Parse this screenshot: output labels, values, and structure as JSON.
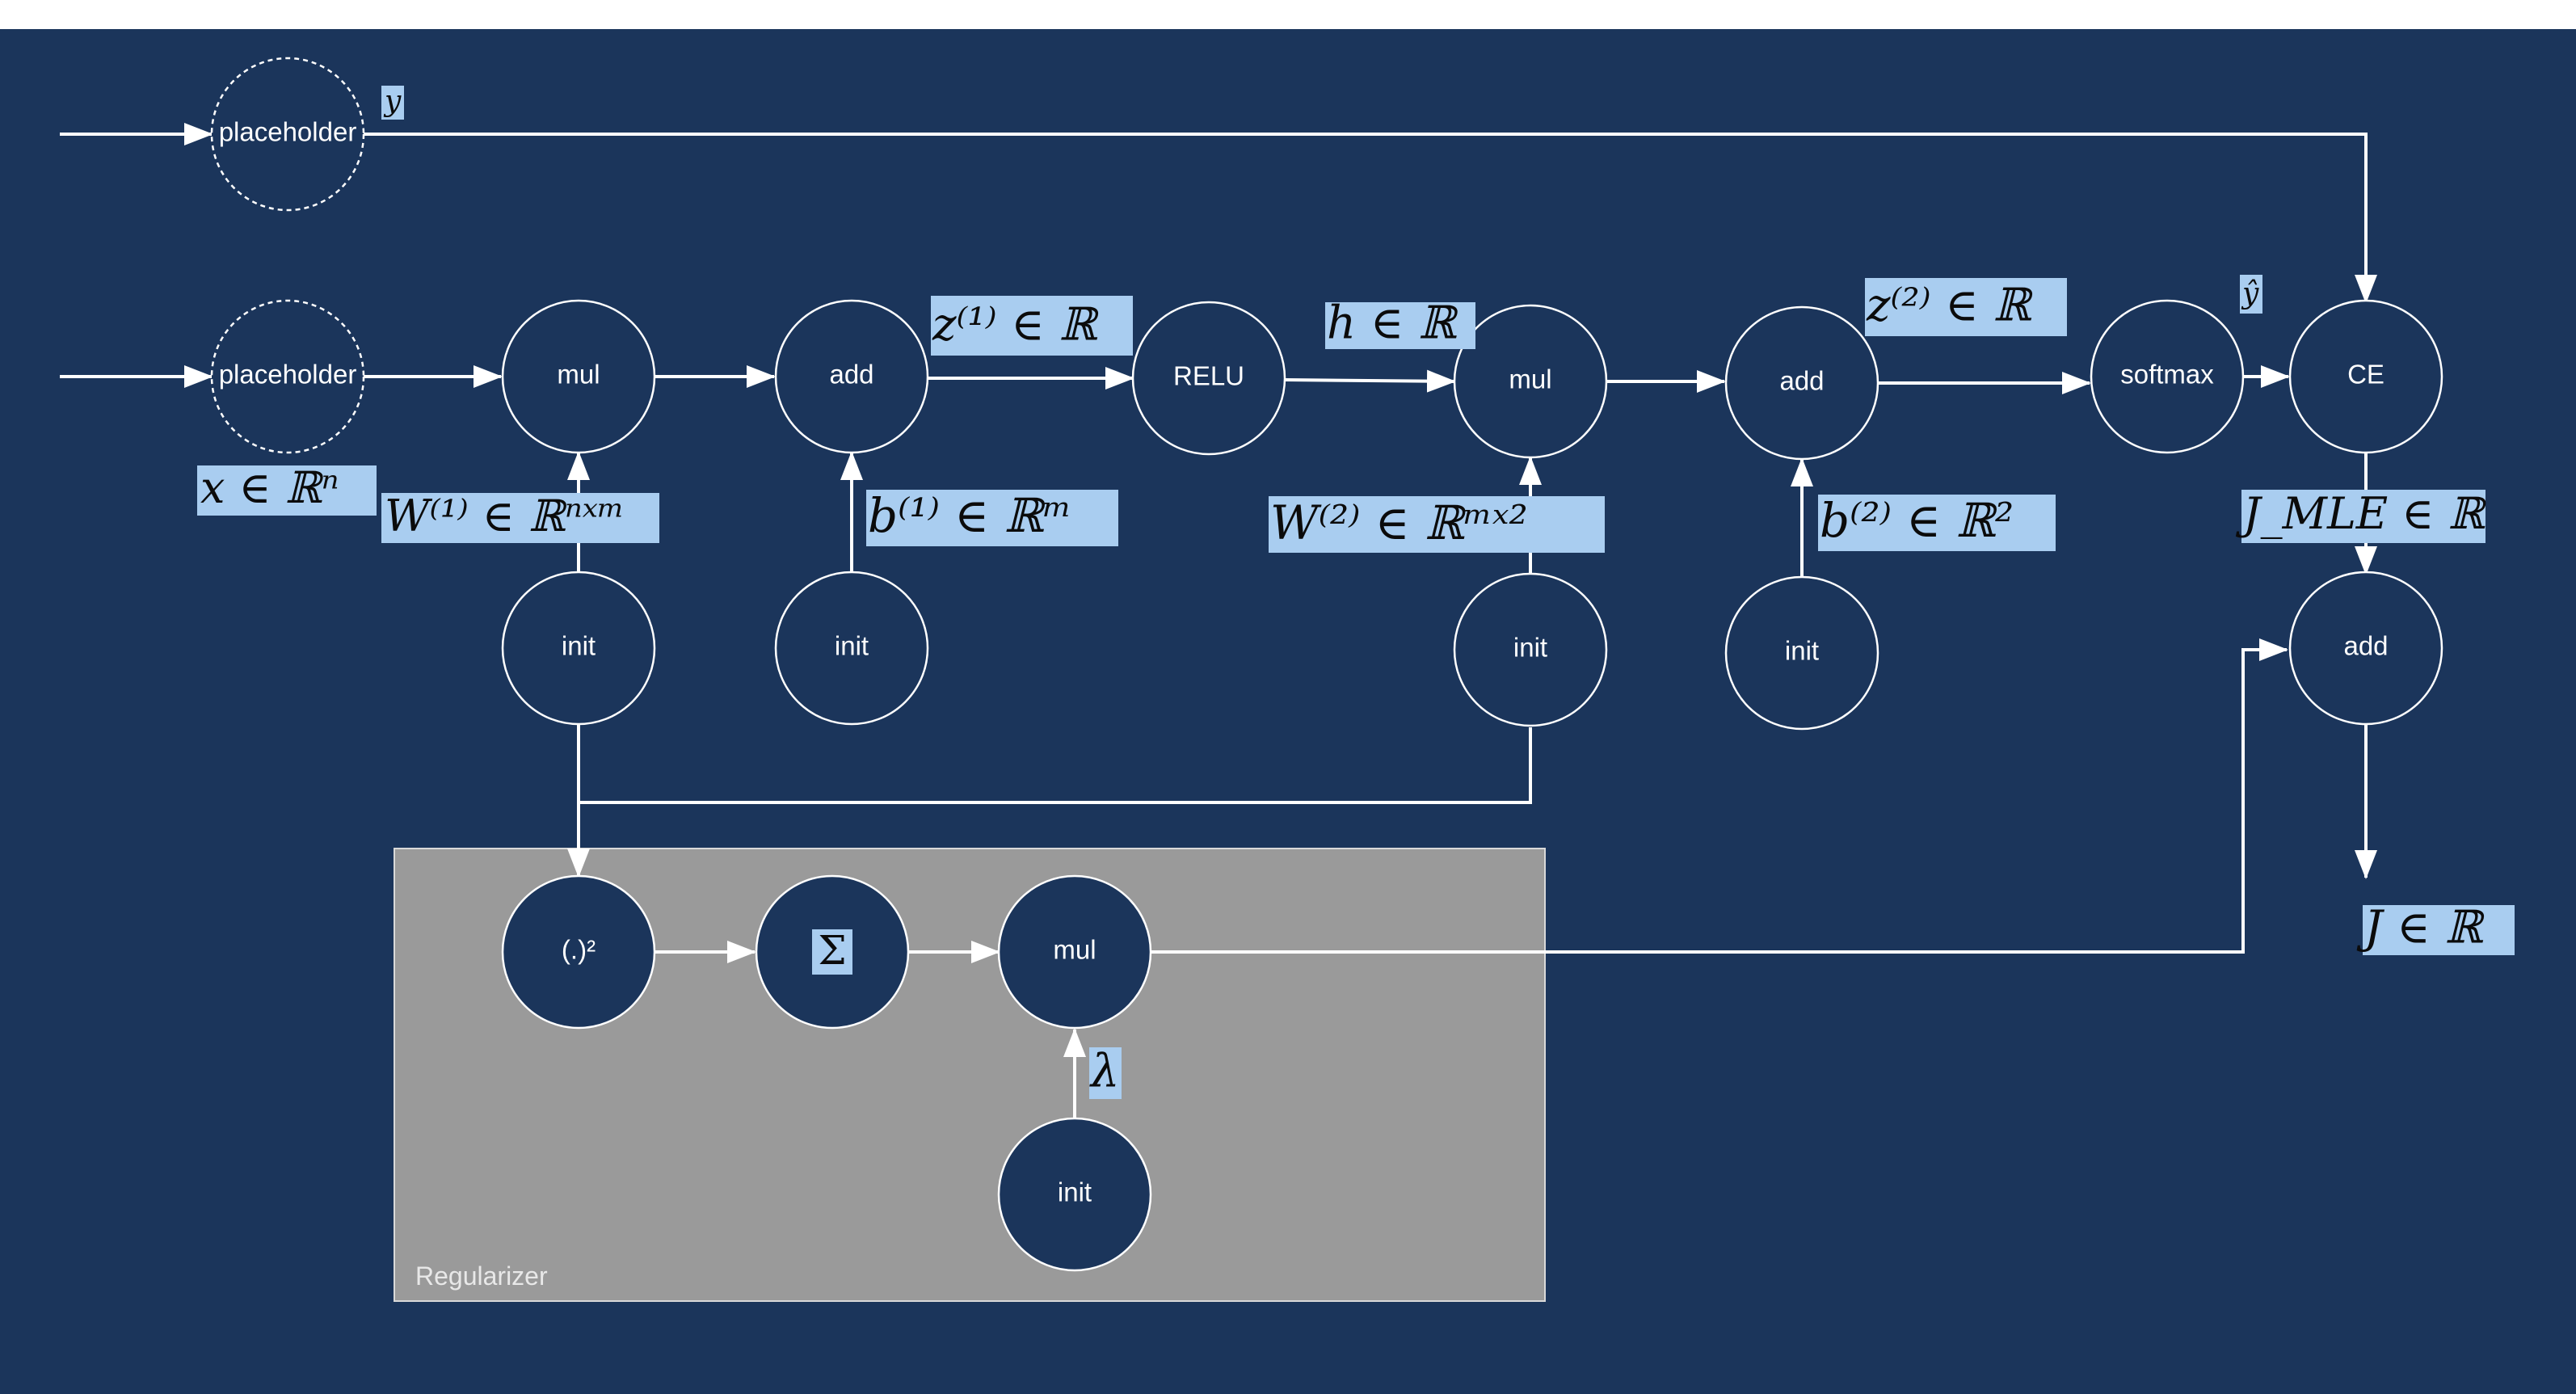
{
  "colors": {
    "background": "#1b355b",
    "top_strip": "#ffffff",
    "node_fill": "#1b355b",
    "node_stroke": "#ffffff",
    "edge": "#ffffff",
    "label_bg": "#a9cdf0",
    "label_text": "#0b0b0b",
    "group_fill": "#9a9a9a"
  },
  "group": {
    "label": "Regularizer"
  },
  "nodes": {
    "placeholder_y": "placeholder",
    "placeholder_x": "placeholder",
    "mul1": "mul",
    "add1": "add",
    "relu": "RELU",
    "mul2": "mul",
    "add2": "add",
    "softmax": "softmax",
    "ce": "CE",
    "add_final": "add",
    "init_w1": "init",
    "init_b1": "init",
    "init_w2": "init",
    "init_b2": "init",
    "square": "(.)²",
    "sum": "Σ",
    "mul_reg": "mul",
    "init_lambda": "init"
  },
  "labels": {
    "y": "y",
    "x": "x ∈ ℝⁿ",
    "w1": "W⁽¹⁾ ∈ ℝⁿˣᵐ",
    "z1": "z⁽¹⁾ ∈ ℝ",
    "b1": "b⁽¹⁾ ∈ ℝᵐ",
    "h": "h ∈ ℝ",
    "w2": "W⁽²⁾ ∈ ℝᵐˣ²",
    "z2": "z⁽²⁾ ∈ ℝ",
    "b2": "b⁽²⁾ ∈ ℝ²",
    "yhat": "ŷ",
    "jmle": "J_MLE ∈ ℝ",
    "lambda": "λ",
    "j": "J ∈ ℝ"
  }
}
